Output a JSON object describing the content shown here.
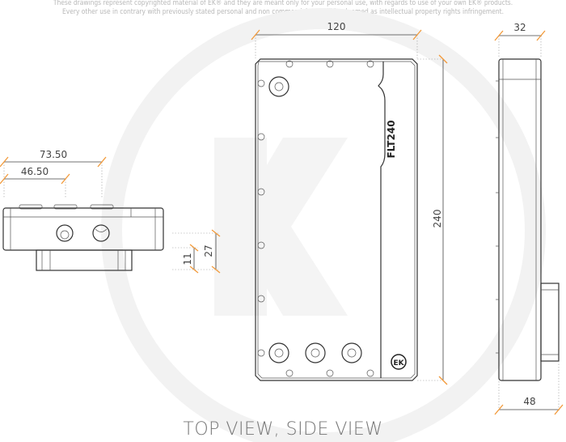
{
  "disclaimer": {
    "line1": "These drawings represent copyrighted material of EK® and they are meant only for your personal use, with regards to use of  your own EK® products.",
    "line2": "Every other use in contrary with previously stated personal and non commercial use will be deemed as intellectual property rights infringement."
  },
  "dimensions": {
    "width_top": "120",
    "height_right": "240",
    "side_top": "32",
    "side_bottom": "48",
    "top_view_outer": "73.50",
    "top_view_inner": "46.50",
    "port_small": "11",
    "port_large": "27"
  },
  "product_label": "FLT240",
  "logo_text": "EK",
  "caption": "TOP VIEW, SIDE VIEW",
  "colors": {
    "dimension_tick": "#f29a3a",
    "watermark": "#f0f0f0"
  }
}
